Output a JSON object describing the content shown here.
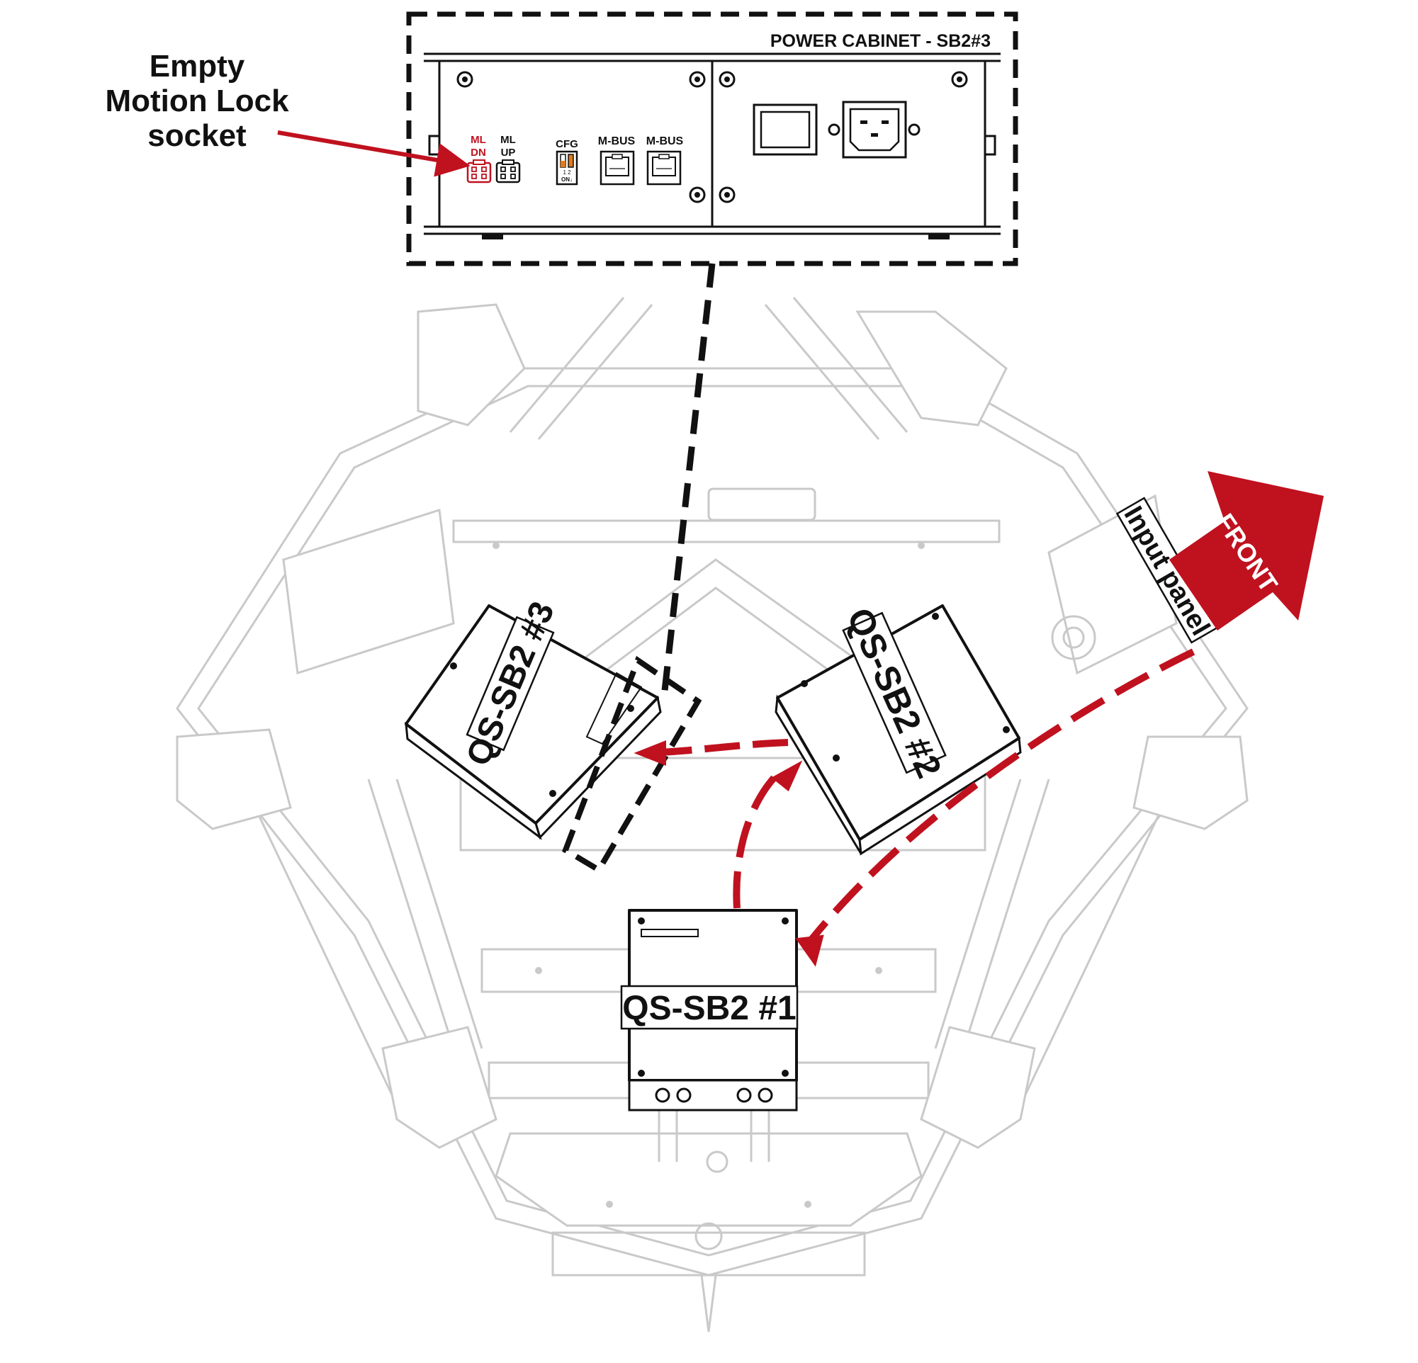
{
  "callout": {
    "line1": "Empty",
    "line2": "Motion Lock",
    "line3": "socket"
  },
  "cabinet": {
    "title": "POWER CABINET - SB2#3",
    "ml_dn_line1": "ML",
    "ml_dn_line2": "DN",
    "ml_up_line1": "ML",
    "ml_up_line2": "UP",
    "cfg_label": "CFG",
    "cfg_positions": "1  2",
    "cfg_on": "ON↓",
    "mbus_1": "M-BUS",
    "mbus_2": "M-BUS"
  },
  "boxes": {
    "sb1": "QS-SB2 #1",
    "sb2": "QS-SB2 #2",
    "sb3": "QS-SB2 #3"
  },
  "input_panel_label": "Input panel",
  "front_label": "FRONT",
  "icons": [
    "ml-dn-socket-icon",
    "ml-up-socket-icon",
    "cfg-dip-switch-icon",
    "rj45-port-icon",
    "power-switch-icon",
    "iec-inlet-icon",
    "front-arrow-icon"
  ],
  "colors": {
    "accent_red": "#c0111f",
    "outline": "#111111",
    "ghost": "#c9c9c9"
  }
}
